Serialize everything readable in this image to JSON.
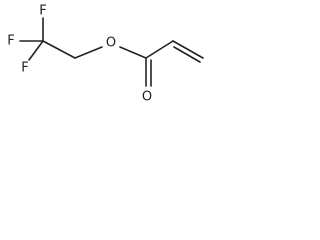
{
  "molecule": {
    "atoms": {
      "f_top": "F",
      "f_left": "F",
      "f_bottom": "F",
      "ester_oxygen": "O",
      "carbonyl_oxygen": "O"
    }
  }
}
